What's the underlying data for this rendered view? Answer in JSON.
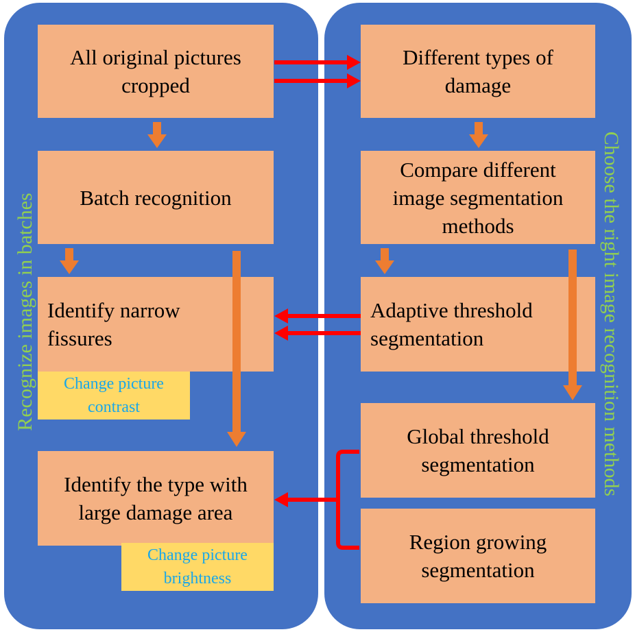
{
  "panels": {
    "left_label": "Recognize images in batches",
    "right_label": "Choose the right image recognition methods"
  },
  "boxes": {
    "all_pictures": "All original pictures cropped",
    "batch_recognition": "Batch recognition",
    "identify_narrow": "Identify narrow fissures",
    "identify_large": "Identify the type with large damage area",
    "damage_types": "Different types of damage",
    "compare_methods": "Compare different image segmentation methods",
    "adaptive_threshold": "Adaptive threshold segmentation",
    "global_threshold": "Global threshold segmentation",
    "region_growing": "Region growing segmentation"
  },
  "notes": {
    "contrast": "Change picture contrast",
    "brightness": "Change picture brightness"
  },
  "colors": {
    "panel": "#4472c4",
    "box": "#f4b183",
    "note": "#ffd966",
    "note_text": "#1aa7e8",
    "label_text": "#92d050",
    "orange_arrow": "#ed7d31",
    "red_arrow": "#ff0000"
  }
}
